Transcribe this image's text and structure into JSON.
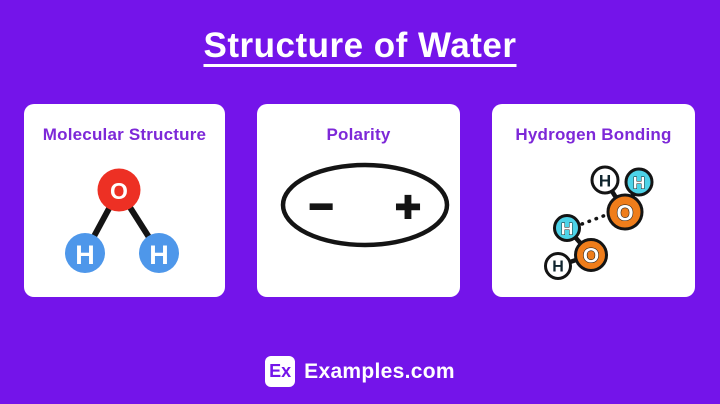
{
  "header": {
    "title": "Structure of Water"
  },
  "cards": [
    {
      "title": "Molecular Structure",
      "diagram": {
        "type": "water-molecule",
        "oxygen_label": "O",
        "hydrogen_left_label": "H",
        "hydrogen_right_label": "H"
      }
    },
    {
      "title": "Polarity",
      "diagram": {
        "type": "dipole-ellipse",
        "minus_symbol": "−",
        "plus_symbol": "+"
      }
    },
    {
      "title": "Hydrogen Bonding",
      "diagram": {
        "type": "two-water-molecules-hydrogen-bond",
        "oxygen_label": "O",
        "hydrogen_label": "H"
      }
    }
  ],
  "colors": {
    "background_purple": "#7414EA",
    "card_title_purple": "#7D28D8",
    "oxygen_red": "#ED3024",
    "hydrogen_blue": "#4E97EA",
    "oxygen_orange": "#EF7D1B",
    "hydrogen_cyan": "#4DD3E8",
    "hydrogen_white": "#FFFFFF",
    "bond_black": "#141414",
    "card_background": "#FFFFFF",
    "title_white": "#FFFFFF"
  },
  "footer": {
    "logo_text": "Ex",
    "brand_text": "Examples.com"
  }
}
